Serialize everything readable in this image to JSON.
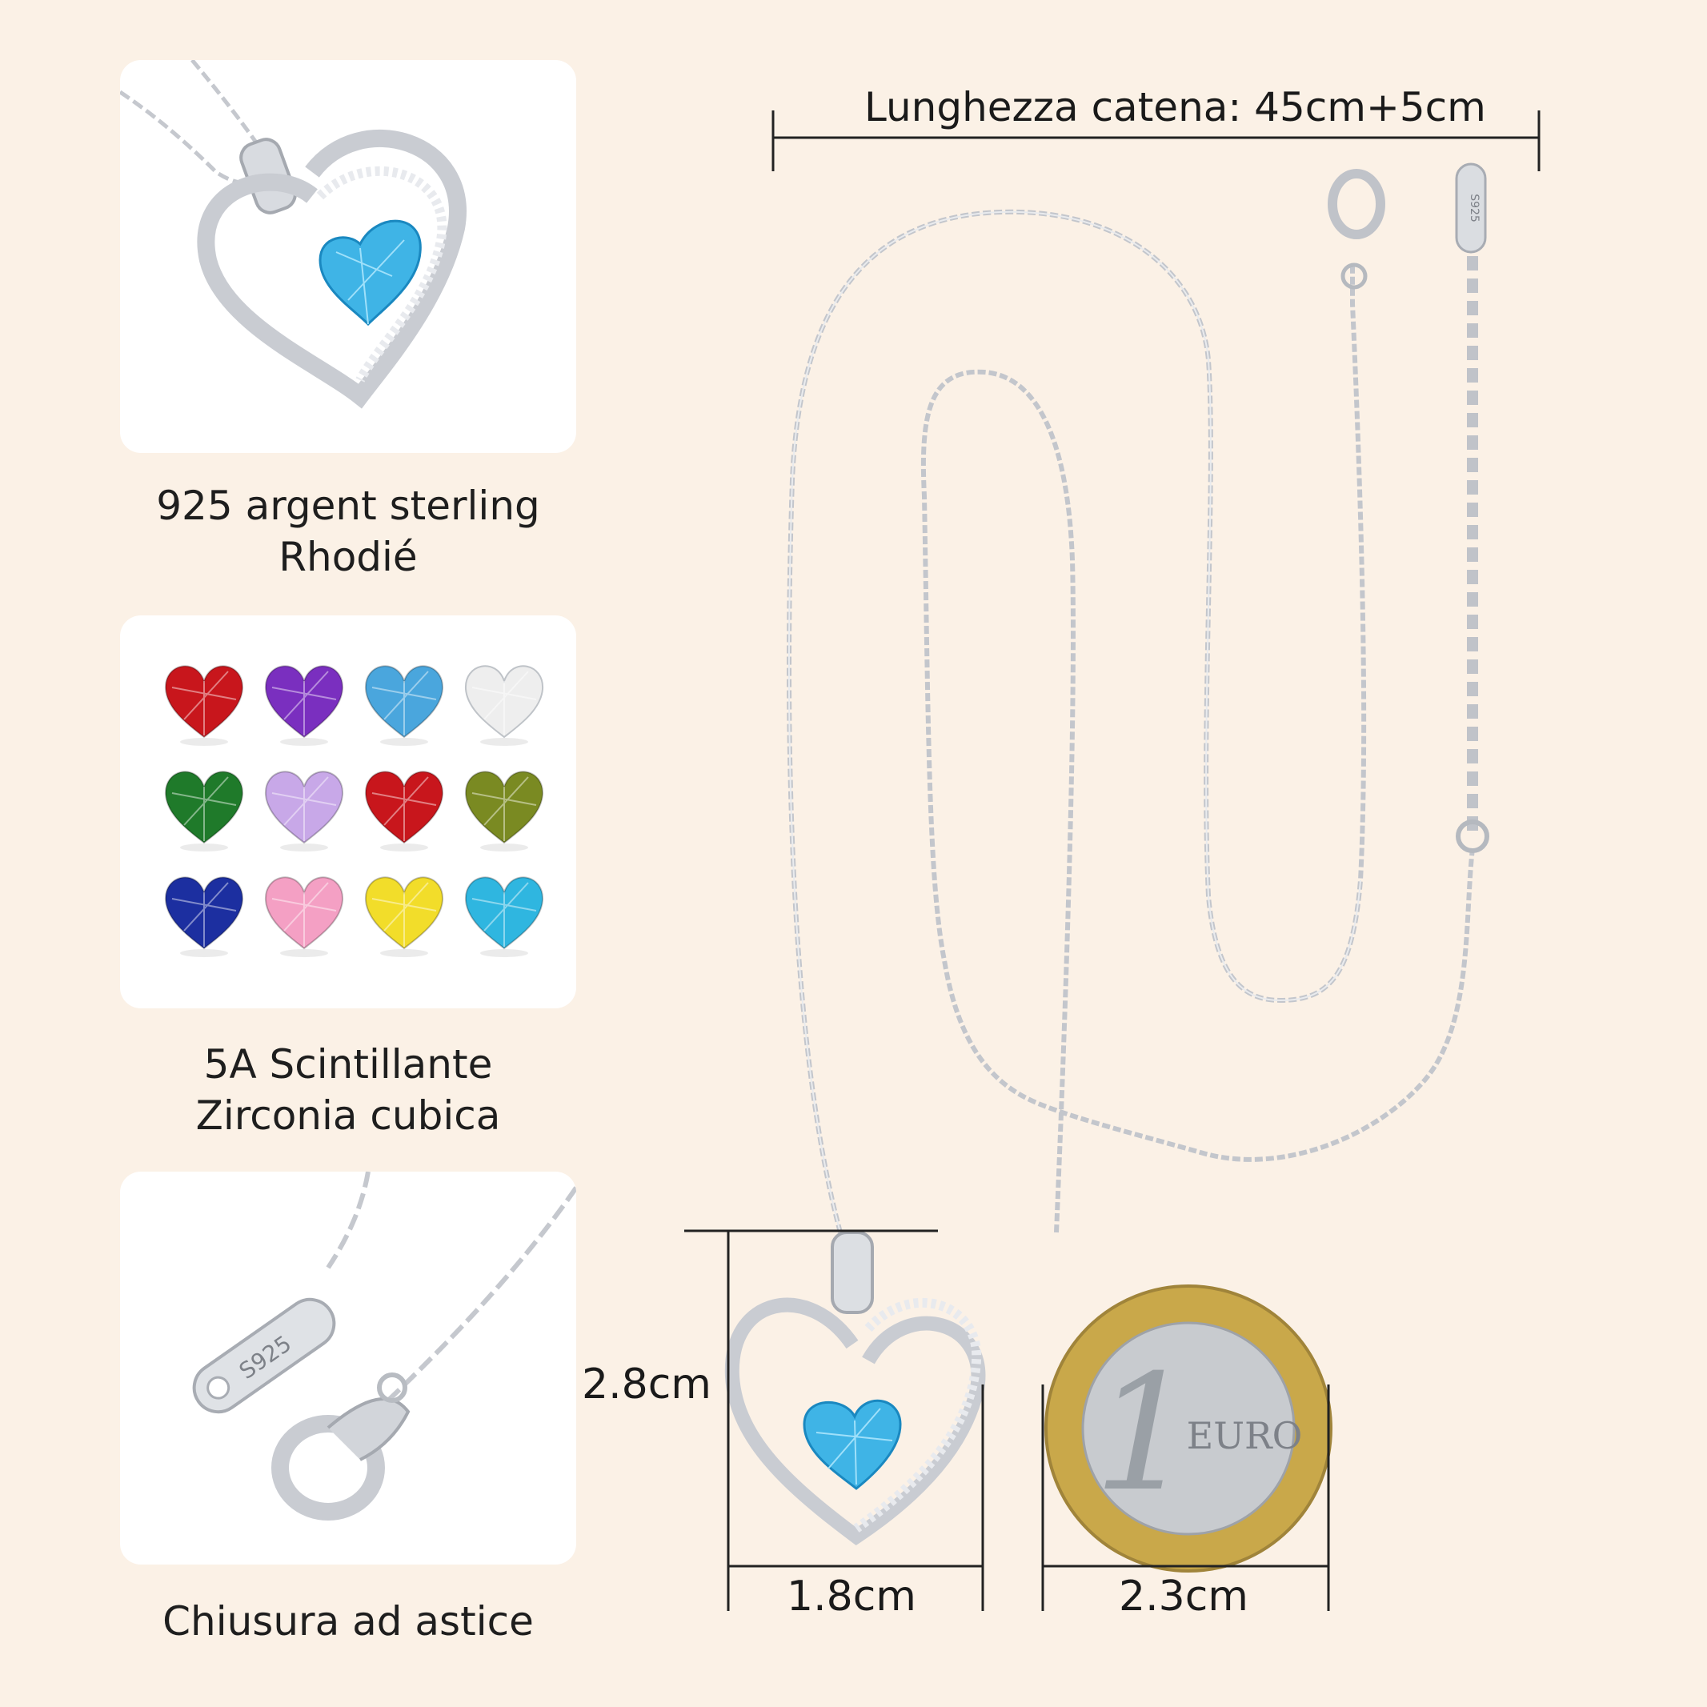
{
  "chain_length_label": "Lunghezza catena: 45cm+5cm",
  "pendant_height_label": "2.8cm",
  "pendant_width_label": "1.8cm",
  "coin_diameter_label": "2.3cm",
  "cards": [
    {
      "caption_line1": "925 argent sterling",
      "caption_line2": "Rhodié"
    },
    {
      "caption_line1": "5A Scintillante",
      "caption_line2": "Zirconia cubica"
    },
    {
      "caption_line1": "Chiusura ad astice",
      "caption_line2": ""
    }
  ],
  "gem_colors": [
    "#c8161c",
    "#7a2fbf",
    "#4aa6dd",
    "#eeeeee",
    "#1f7a2a",
    "#c8a8e8",
    "#c8161c",
    "#7a8a22",
    "#1c2fa0",
    "#f4a0c4",
    "#f2dd2a",
    "#2fb6e0"
  ],
  "stamp_text": "S925",
  "coin_text": "EURO",
  "coin_value": "1",
  "colors": {
    "background": "#fbf1e6",
    "silver": "#c9ccd2",
    "aqua_stone": "#3fb4e6"
  }
}
